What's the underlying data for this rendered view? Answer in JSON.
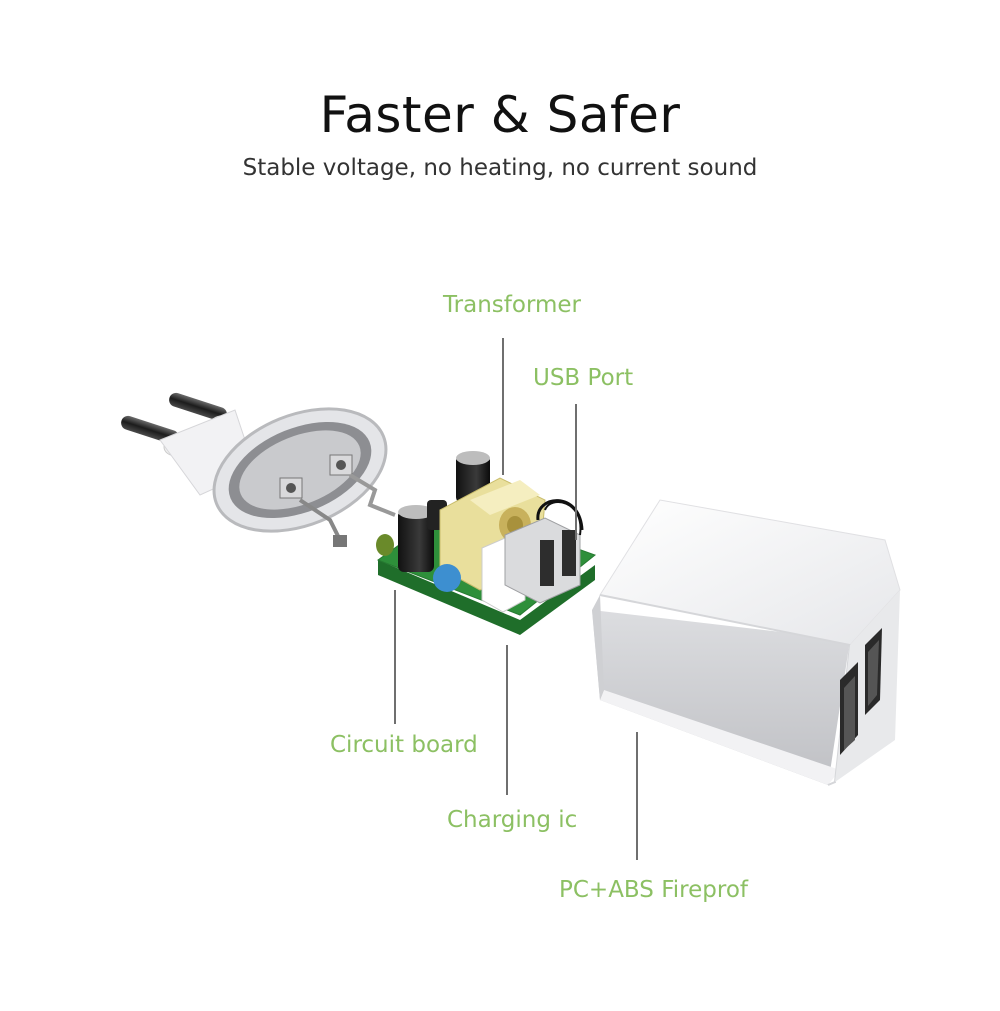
{
  "header": {
    "title": "Faster & Safer",
    "subtitle": "Stable voltage, no heating, no current sound"
  },
  "labels": {
    "transformer": "Transformer",
    "usb_port": "USB Port",
    "circuit_board": "Circuit board",
    "charging_ic": "Charging ic",
    "pc_abs": "PC+ABS Fireprof"
  },
  "colors": {
    "label_green": "#8cc063",
    "pcb_green": "#2e8f3a",
    "transformer_yellow": "#e9df9c",
    "capacitor_blue": "#3d8fd0"
  }
}
